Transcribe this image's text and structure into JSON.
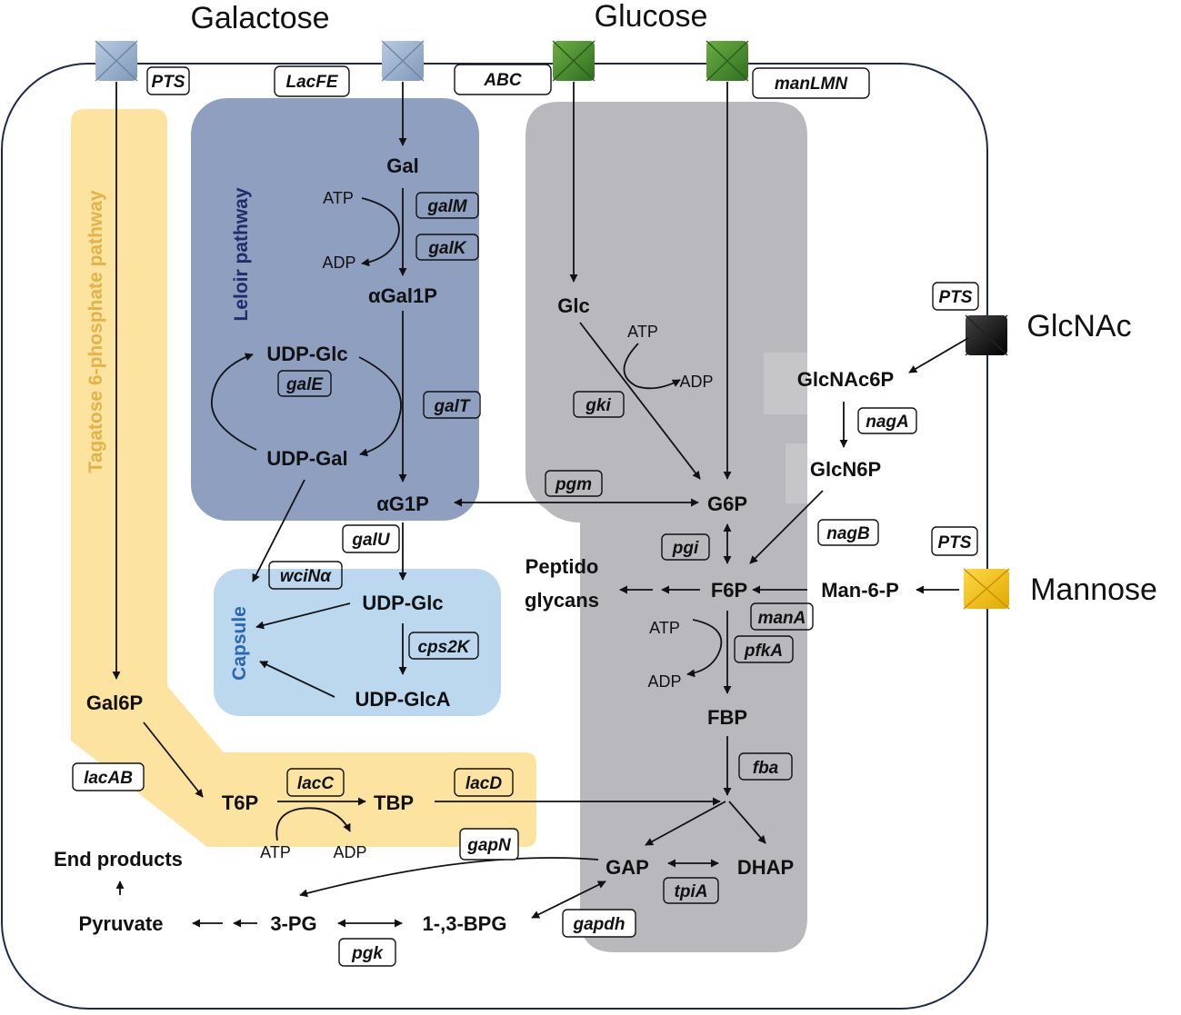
{
  "sugars": {
    "galactose": "Galactose",
    "glucose": "Glucose",
    "glcnac": "GlcNAc",
    "mannose": "Mannose"
  },
  "pathways": {
    "tagatose": "Tagatose 6-phosphate pathway",
    "leloir": "Leloir pathway",
    "capsule": "Capsule"
  },
  "transporters": {
    "pts_gal": "PTS",
    "lacfe": "LacFE",
    "abc": "ABC",
    "manlmn": "manLMN",
    "pts_glcnac": "PTS",
    "pts_mannose": "PTS"
  },
  "metabolites": {
    "gal": "Gal",
    "agal1p": "αGal1P",
    "udp_glc_leloir": "UDP-Glc",
    "udp_gal": "UDP-Gal",
    "ag1p": "αG1P",
    "udp_glc": "UDP-Glc",
    "udp_glca": "UDP-GlcA",
    "glc": "Glc",
    "g6p": "G6P",
    "f6p": "F6P",
    "fbp": "FBP",
    "gap": "GAP",
    "dhap": "DHAP",
    "glcnac6p": "GlcNAc6P",
    "glcn6p": "GlcN6P",
    "man6p": "Man-6-P",
    "peptido1": "Peptido",
    "peptido2": "glycans",
    "gal6p": "Gal6P",
    "t6p": "T6P",
    "tbp": "TBP",
    "end_products": "End products",
    "pyruvate": "Pyruvate",
    "pg3": "3-PG",
    "bpg": "1-,3-BPG"
  },
  "cofactors": {
    "atp_galk": "ATP",
    "adp_galk": "ADP",
    "atp_gki": "ATP",
    "adp_gki": "ADP",
    "atp_pfk": "ATP",
    "adp_pfk": "ADP",
    "atp_lacc": "ATP",
    "adp_lacc": "ADP"
  },
  "genes": {
    "galm": "galM",
    "galk": "galK",
    "gale": "galE",
    "galt": "galT",
    "galu": "galU",
    "wcina": "wciNα",
    "cps2k": "cps2K",
    "gki": "gki",
    "pgm": "pgm",
    "pgi": "pgi",
    "naga": "nagA",
    "nagb": "nagB",
    "mana": "manA",
    "pfka": "pfkA",
    "fba": "fba",
    "tpia": "tpiA",
    "gapdh": "gapdh",
    "gapn": "gapN",
    "pgk": "pgk",
    "lacab": "lacAB",
    "lacc": "lacC",
    "lacd": "lacD"
  },
  "colors": {
    "tagatose_fill": "#fde3a0",
    "tagatose_text": "#e2b34a",
    "leloir_fill": "#8e9fbf",
    "leloir_text": "#1f2d6b",
    "capsule_fill": "#bcd8ee",
    "capsule_text": "#2b67b0",
    "glycolysis_fill": "#b9b9bd",
    "galactose_transporter": "#9db3cf",
    "glucose_transporter": "#4f8f2f",
    "glcnac_transporter": "#111111",
    "mannose_transporter": "#f3c21a",
    "cell_border": "#1d2a4a"
  }
}
